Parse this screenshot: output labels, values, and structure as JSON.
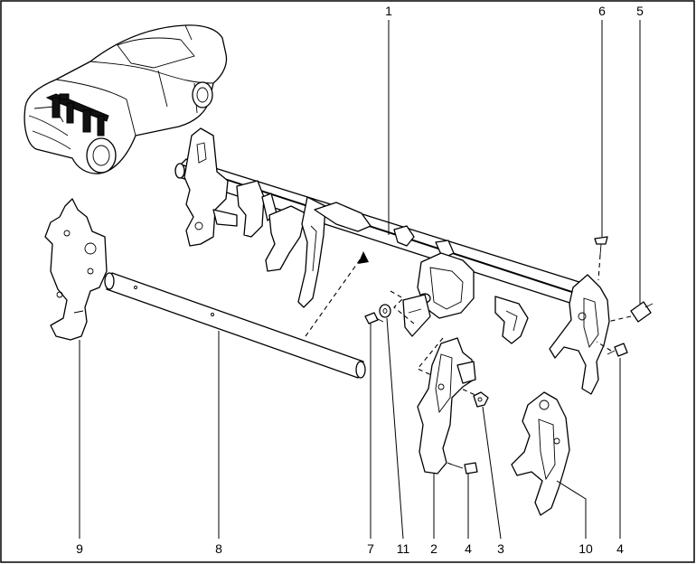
{
  "callouts": {
    "c1": "1",
    "c2": "2",
    "c3": "3",
    "c4a": "4",
    "c4b": "4",
    "c5": "5",
    "c6": "6",
    "c7": "7",
    "c8": "8",
    "c9": "9",
    "c10": "10",
    "c11": "11"
  },
  "colors": {
    "line": "#000000",
    "background": "#ffffff",
    "highlight": "#111111"
  }
}
